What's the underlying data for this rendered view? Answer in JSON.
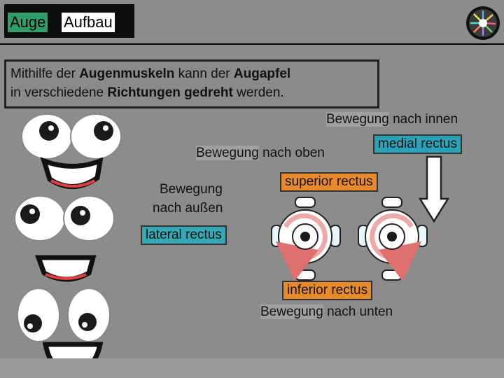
{
  "title": {
    "word1": "Auge",
    "word2": "Aufbau"
  },
  "intro": {
    "p1": "Mithilfe der ",
    "b1": "Augenmuskeln",
    "p2": " kann der ",
    "b2": "Augapfel",
    "p3": "in verschiedene ",
    "b3": "Richtungen gedreht",
    "p4": " werden."
  },
  "labels": {
    "inward": {
      "word": "Bewegung",
      "rest": " nach innen"
    },
    "upward": {
      "word": "Bewegung",
      "rest": " nach oben"
    },
    "outward_line1": "Bewegung",
    "outward_line2": "nach außen",
    "downward": {
      "word": "Bewegung",
      "rest": " nach unten"
    }
  },
  "muscles": {
    "medial": "medial rectus",
    "superior": "superior rectus",
    "lateral": "lateral rectus",
    "inferior": "inferior rectus"
  },
  "colors": {
    "background": "#8c8c8c",
    "medial_tag": "#2aa3b8",
    "superior_tag": "#e88a2c",
    "lateral_tag": "#35a8b5",
    "inferior_tag": "#e88a2c",
    "title_accent": "#2f9e6a",
    "rotation_arrow": "#e07070"
  }
}
